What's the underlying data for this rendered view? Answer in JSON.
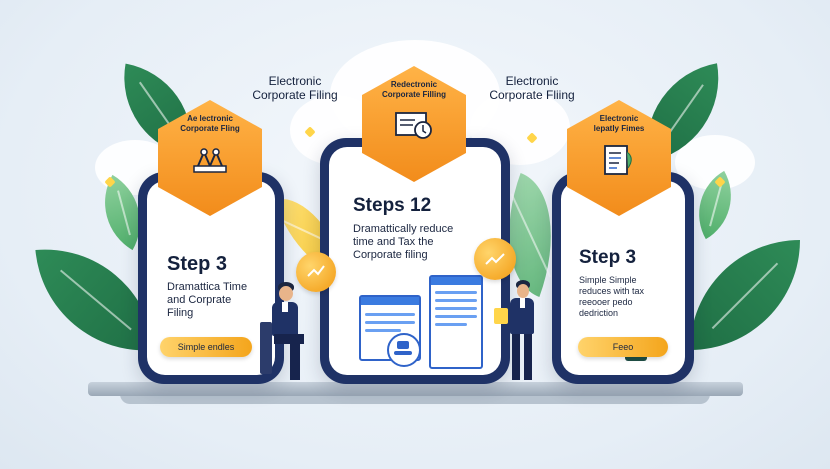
{
  "floating_labels": {
    "left": "Electronic\nCorporate Filing",
    "right": "Electronic\nCorporate Fliing"
  },
  "cards": {
    "left": {
      "badge": "Ae lectronic\nCorporate Fling",
      "title": "Step 3",
      "body": "Dramattica Time\nand Corprate\nFiling",
      "button": "Simple endles"
    },
    "center": {
      "badge": "Redectronic\nCorporate Filling",
      "title": "Steps 12",
      "body": "Dramattically reduce\ntime and Tax the\nCorporate filing"
    },
    "right": {
      "badge": "Electronic\nlepatly Fimes",
      "title": "Step 3",
      "body": "Simple Simple\nreduces with tax\nreeooer pedo\ndedriction",
      "button": "Feeo"
    }
  },
  "colors": {
    "accent_orange": "#f28c1b",
    "navy_frame": "#1f3266",
    "leaf_green": "#2e8b57",
    "button_yellow": "#ffd36b"
  },
  "icons": [
    "scales-icon",
    "drawer-icon",
    "clipboard-icon",
    "coin-icon",
    "leaf-icon",
    "document-icon",
    "stamp-icon"
  ]
}
